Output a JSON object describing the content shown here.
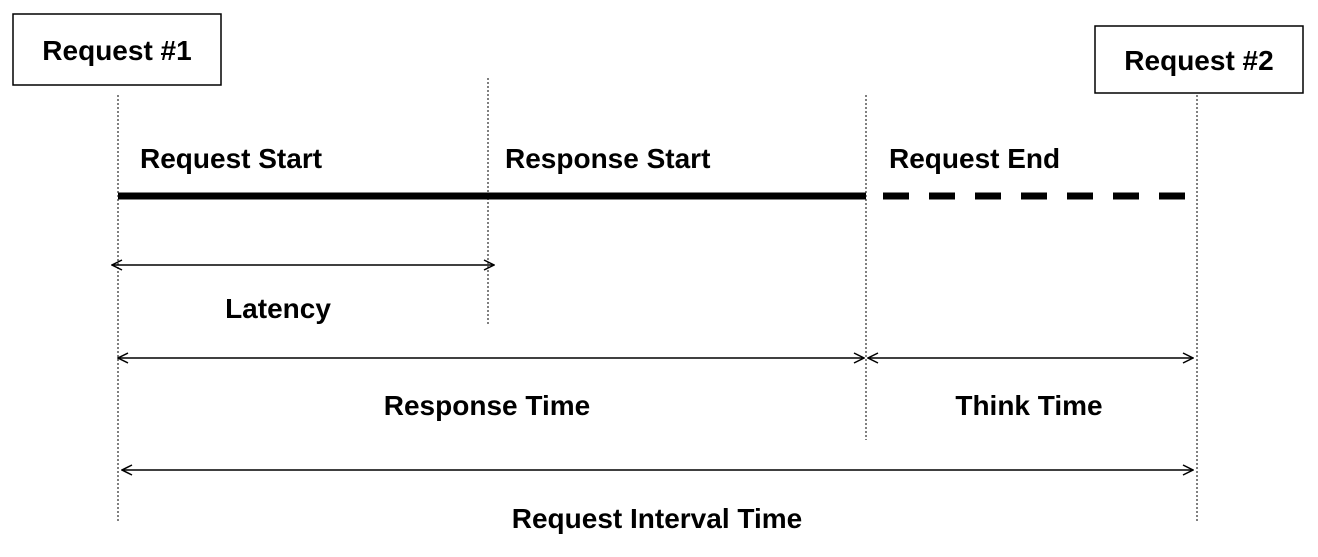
{
  "request_1": {
    "label": "Request #1"
  },
  "request_2": {
    "label": "Request #2"
  },
  "events": {
    "request_start": "Request Start",
    "response_start": "Response Start",
    "request_end": "Request End"
  },
  "durations": {
    "latency": "Latency",
    "response_time": "Response Time",
    "think_time": "Think Time",
    "request_interval_time": "Request Interval Time"
  }
}
